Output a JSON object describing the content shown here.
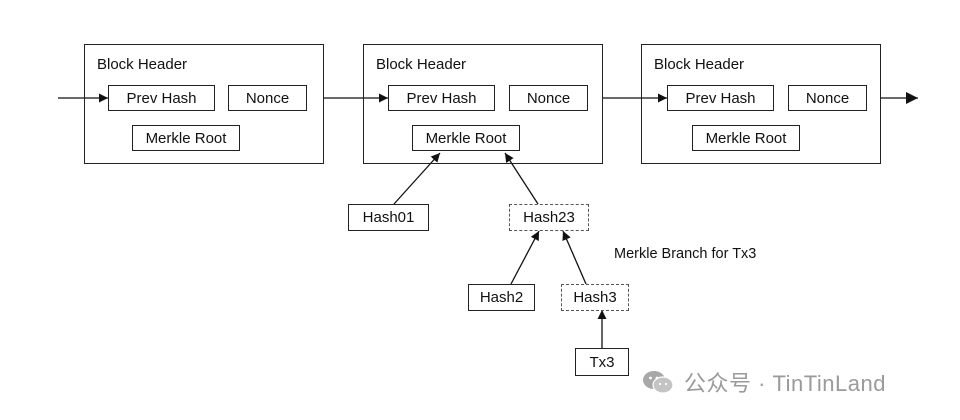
{
  "blocks": [
    {
      "header": "Block Header",
      "prev_hash": "Prev Hash",
      "nonce": "Nonce",
      "merkle_root": "Merkle Root"
    },
    {
      "header": "Block Header",
      "prev_hash": "Prev Hash",
      "nonce": "Nonce",
      "merkle_root": "Merkle Root"
    },
    {
      "header": "Block Header",
      "prev_hash": "Prev Hash",
      "nonce": "Nonce",
      "merkle_root": "Merkle Root"
    }
  ],
  "tree": {
    "hash01": "Hash01",
    "hash23": "Hash23",
    "hash2": "Hash2",
    "hash3": "Hash3",
    "tx3": "Tx3"
  },
  "branch_label": "Merkle Branch for Tx3",
  "watermark": "公众号 · TinTinLand",
  "colors": {
    "line": "#222222",
    "dashed": "#555555",
    "watermark": "#9a9a9a"
  }
}
